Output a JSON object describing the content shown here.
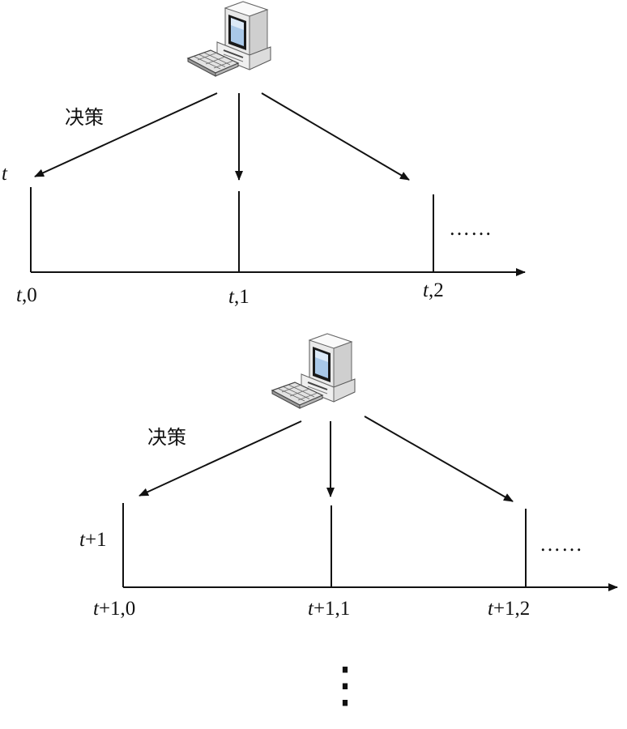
{
  "panels": [
    {
      "decision_label": "决策",
      "stage_label": {
        "var": "t",
        "suffix": ""
      },
      "ticks": [
        {
          "var": "t",
          "suffix": ",0"
        },
        {
          "var": "t",
          "suffix": ",1"
        },
        {
          "var": "t",
          "suffix": ",2"
        }
      ],
      "continuation": "……"
    },
    {
      "decision_label": "决策",
      "stage_label": {
        "var": "t",
        "suffix": "+1"
      },
      "ticks": [
        {
          "var": "t",
          "suffix": "+1,0"
        },
        {
          "var": "t",
          "suffix": "+1,1"
        },
        {
          "var": "t",
          "suffix": "+1,2"
        }
      ],
      "continuation": "……"
    }
  ],
  "vertical_continuation": "⋮",
  "icons": [
    "computer-icon",
    "computer-icon"
  ]
}
